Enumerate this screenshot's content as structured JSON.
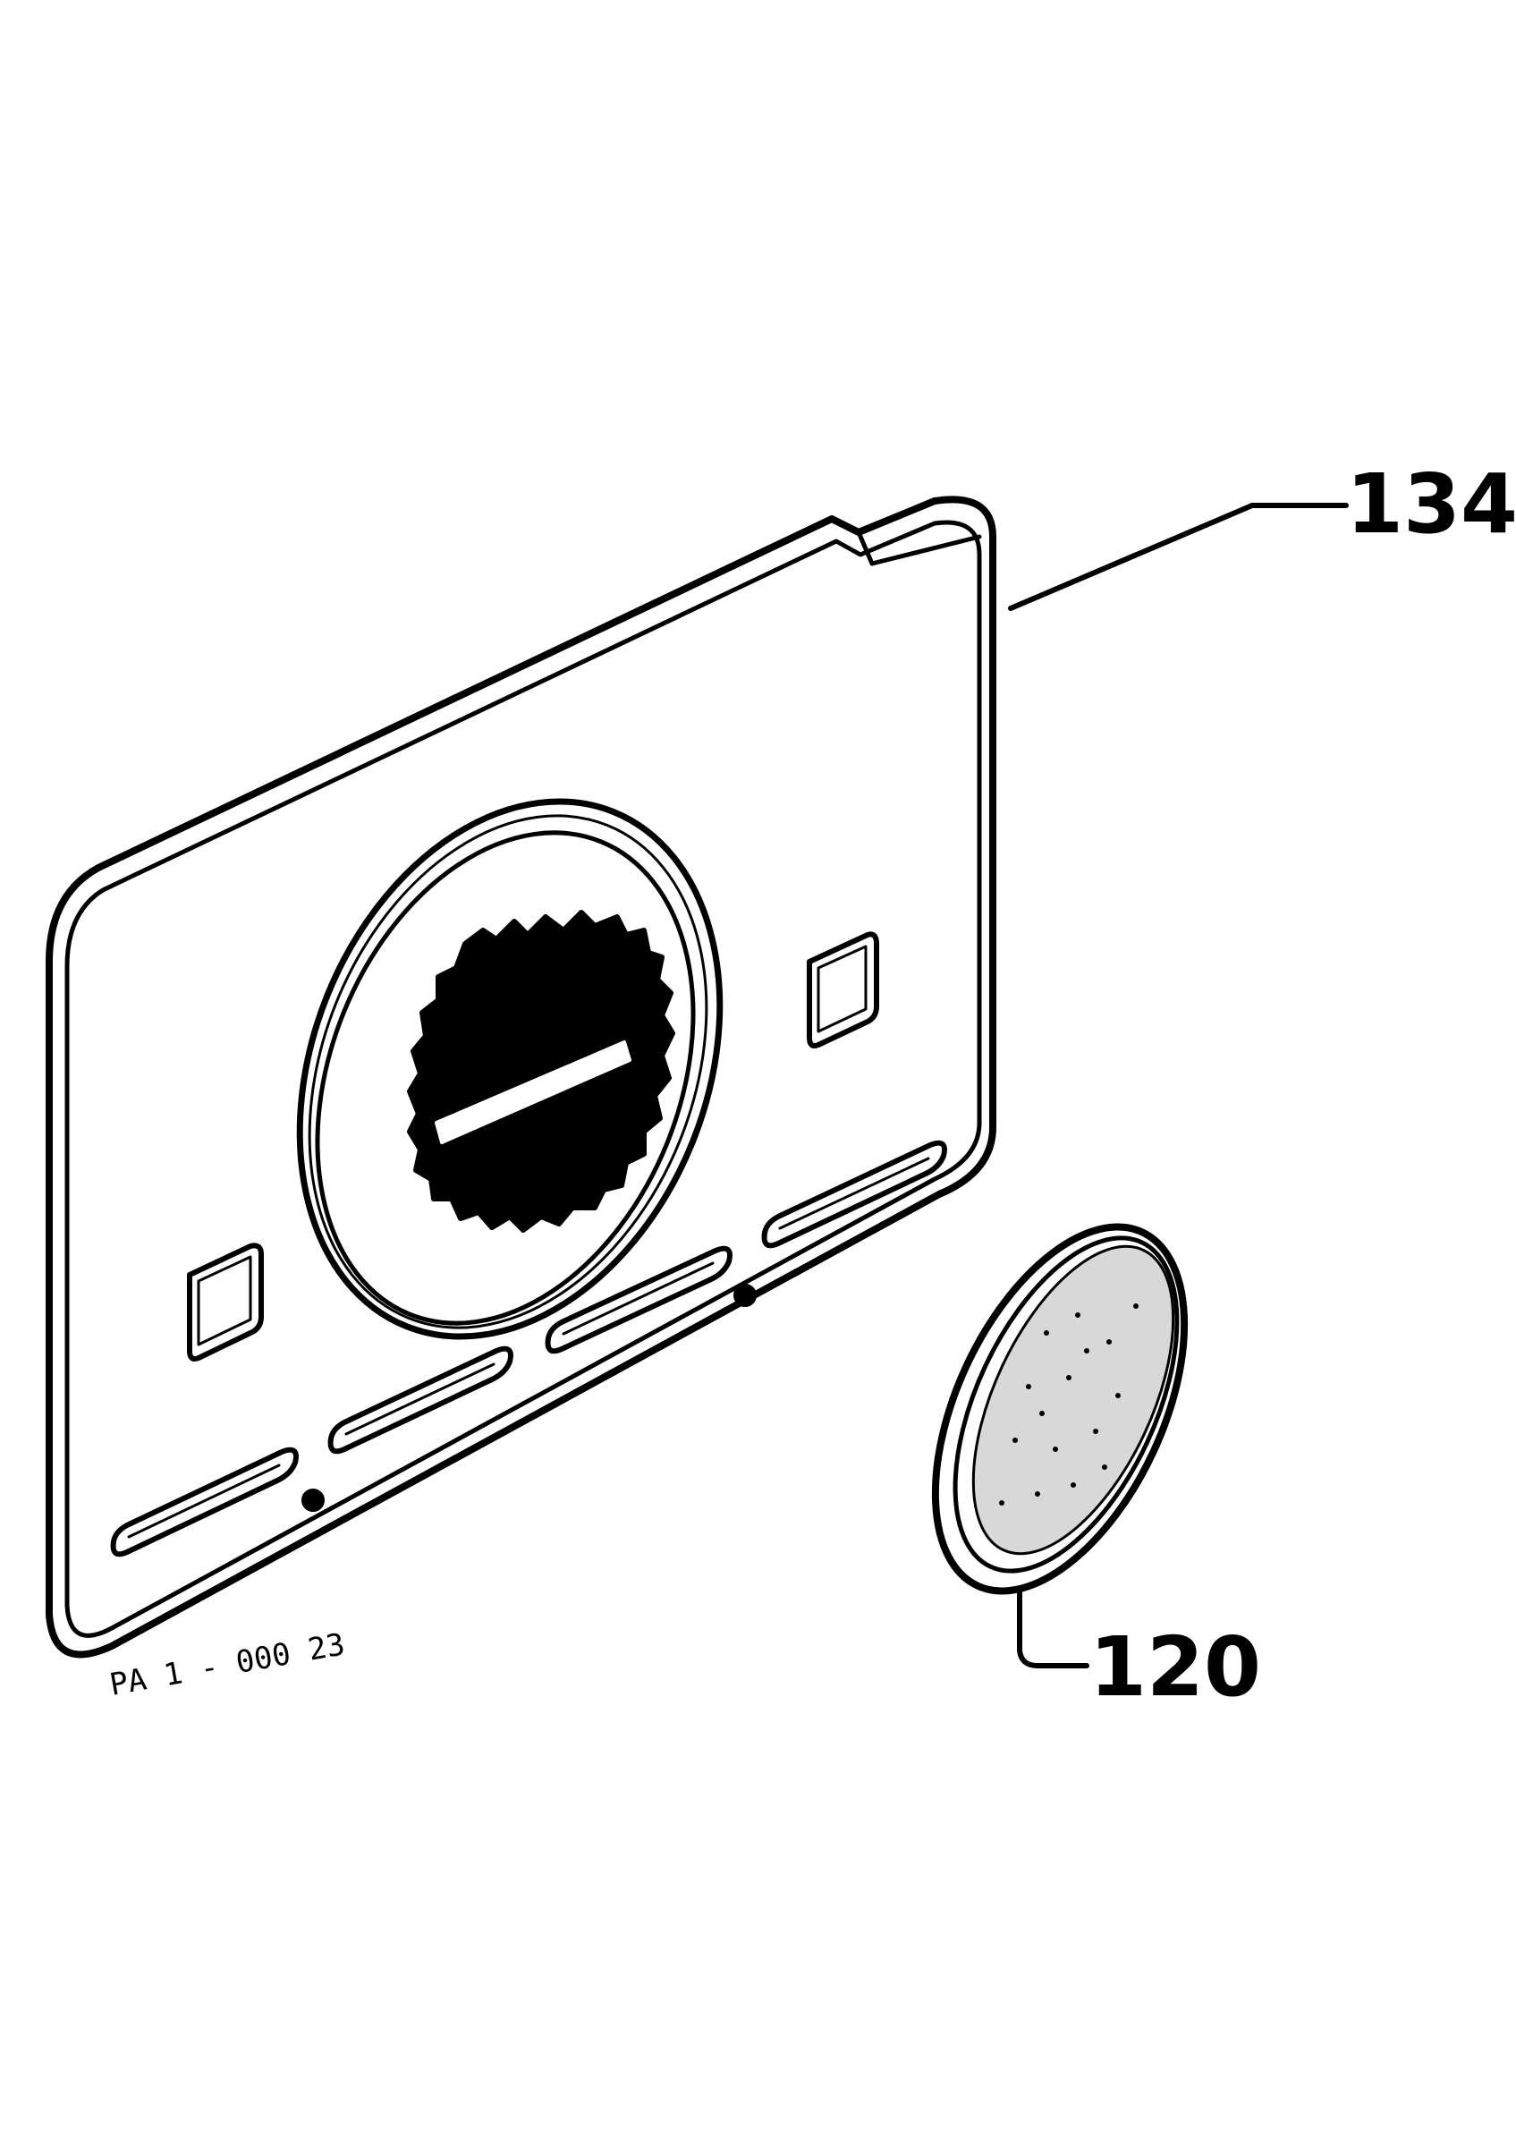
{
  "figure": {
    "ink_color": "#000000",
    "paper_color": "#ffffff"
  },
  "parts": [
    {
      "ref": "134",
      "name": "plate"
    },
    {
      "ref": "120",
      "name": "disc"
    }
  ],
  "plate_marking": "PA 1 - 000 23"
}
